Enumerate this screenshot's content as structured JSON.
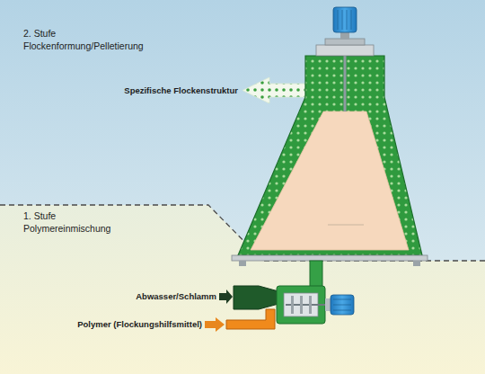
{
  "diagram": {
    "nodes": [
      {
        "text": [
          "2. Stufe",
          "Flockenformung/Pelletierung"
        ]
      },
      {
        "text": [
          "1. Stufe",
          "Polymereinmischung"
        ]
      }
    ],
    "labels": [
      "Spezifische Flockenstruktur",
      "Abwasser/Schlamm",
      "Polymer (Flockungshilfsmittel)"
    ]
  }
}
